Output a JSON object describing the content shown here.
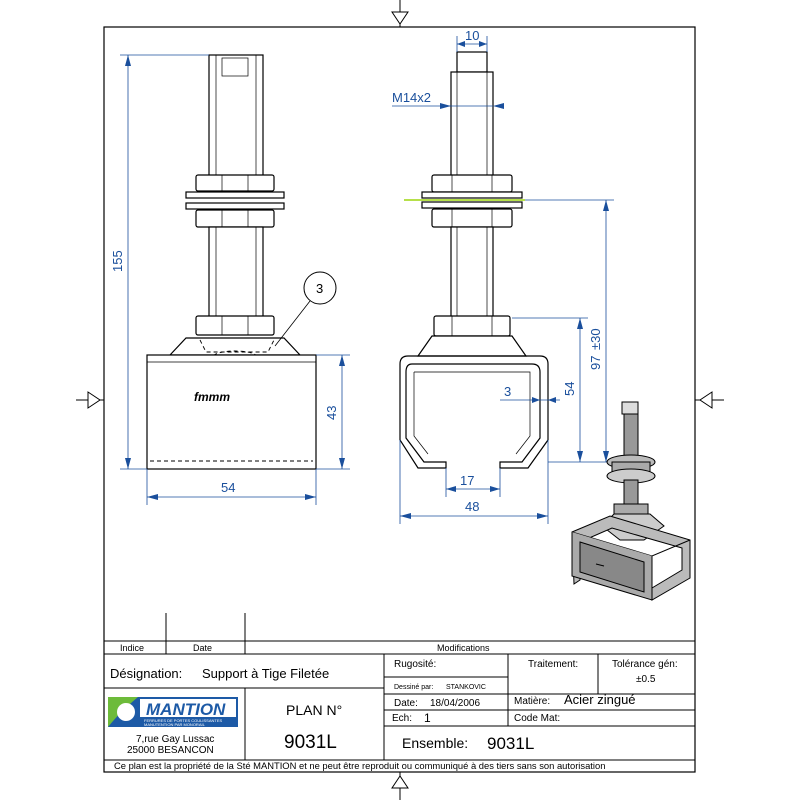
{
  "dimensions": {
    "d155": "155",
    "d54_front": "54",
    "d43": "43",
    "d10": "10",
    "thread": "M14x2",
    "d3": "3",
    "d54_side": "54",
    "d97": "97",
    "d97_tol": "±30",
    "d17": "17",
    "d48": "48"
  },
  "balloon": "3",
  "stamp_text": "fmmm",
  "title_block": {
    "indice_label": "Indice",
    "date_label": "Date",
    "modifications_label": "Modifications",
    "designation_label": "Désignation:",
    "designation_value": "Support à Tige Filetée",
    "rugosite_label": "Rugosité:",
    "traitement_label": "Traitement:",
    "tolerance_label": "Tolérance gén:",
    "tolerance_value": "±0.5",
    "dessine_label": "Dessiné par:",
    "dessine_value": "STANKOVIC",
    "date_row_label": "Date:",
    "date_row_value": "18/04/2006",
    "ech_label": "Ech:",
    "ech_value": "1",
    "matiere_label": "Matière:",
    "matiere_value": "Acier zingué",
    "code_mat_label": "Code Mat:",
    "plan_label": "PLAN N°",
    "plan_value": "9031L",
    "ensemble_label": "Ensemble:",
    "ensemble_value": "9031L",
    "company_name": "MANTION",
    "company_tagline_1": "FERRURES DE PORTES COULISSANTES",
    "company_tagline_2": "MANUTENTION PAR MONORAIL",
    "address_1": "7,rue Gay Lussac",
    "address_2": "25000 BESANCON",
    "footer": "Ce plan est la propriété de la Sté MANTION et ne peut être reproduit ou communiqué à des tiers sans son autorisation"
  },
  "colors": {
    "dimension": "#1a4f9c",
    "logo_blue": "#1d5aa6",
    "logo_green": "#6dbb3a",
    "highlight": "#b6e04a"
  }
}
